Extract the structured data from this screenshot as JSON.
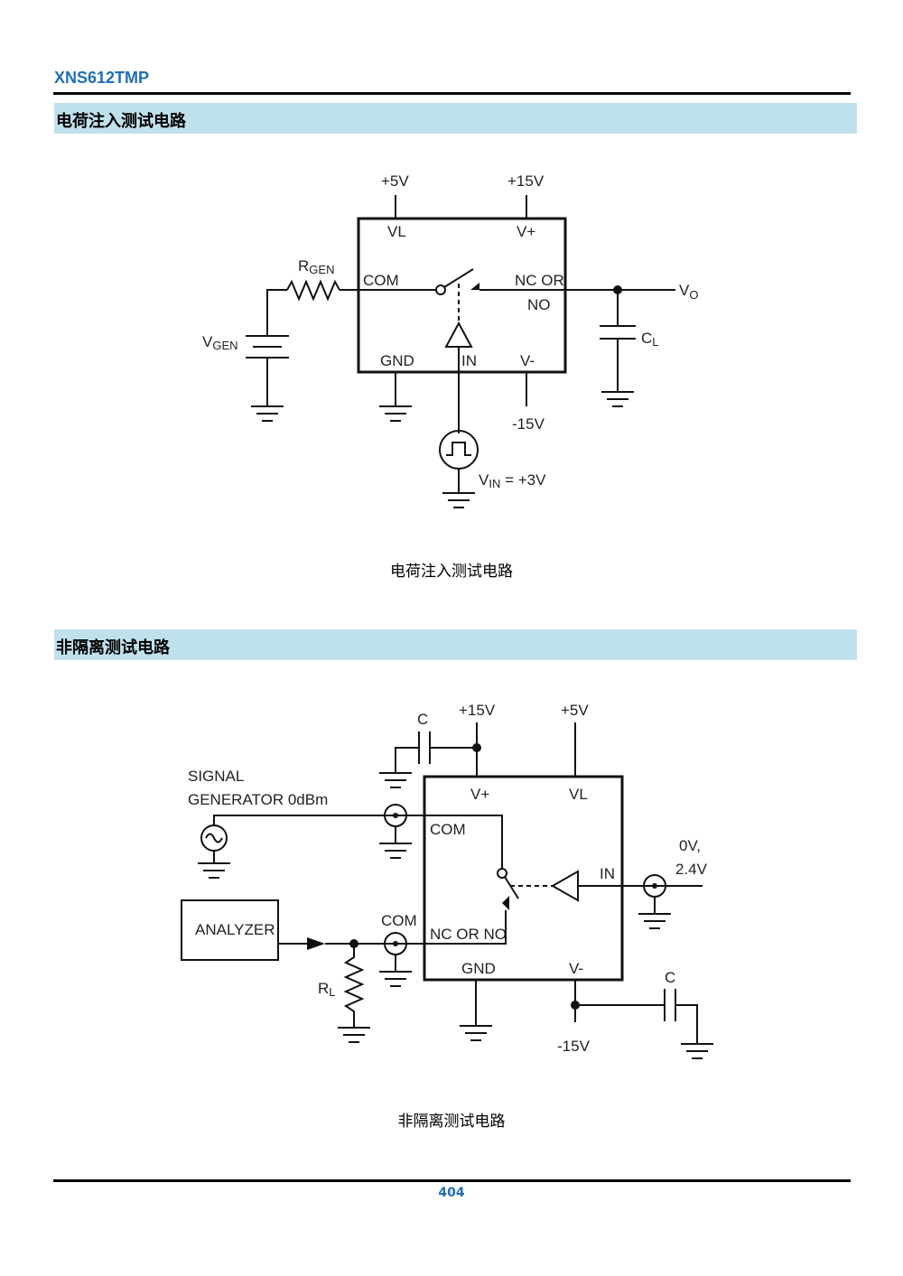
{
  "header": {
    "title": "XNS612TMP"
  },
  "section1": {
    "heading": "电荷注入测试电路",
    "caption": "电荷注入测试电路",
    "labels": {
      "supply_5v": "+5V",
      "supply_15v": "+15V",
      "pin_vl": "VL",
      "pin_vplus": "V+",
      "r_gen_main": "R",
      "r_gen_sub": "GEN",
      "pin_com": "COM",
      "pin_nc_or": "NC OR",
      "pin_no": "NO",
      "vo_main": "V",
      "vo_sub": "O",
      "vgen_main": "V",
      "vgen_sub": "GEN",
      "cl_main": "C",
      "cl_sub": "L",
      "pin_gnd": "GND",
      "pin_in": "IN",
      "pin_vminus": "V-",
      "supply_neg15v": "-15V",
      "vin_main": "V",
      "vin_sub": "IN",
      "vin_value": " = +3V"
    }
  },
  "section2": {
    "heading": "非隔离测试电路",
    "caption": "非隔离测试电路",
    "labels": {
      "cap_top": "C",
      "supply_15v": "+15V",
      "supply_5v": "+5V",
      "signal_gen_line1": "SIGNAL",
      "signal_gen_line2": "GENERATOR 0dBm",
      "pin_vplus": "V+",
      "pin_vl": "VL",
      "pin_com_inner": "COM",
      "ctrl_0v": "0V,",
      "ctrl_24v": "2.4V",
      "pin_in": "IN",
      "analyzer": "ANALYZER",
      "com_outer": "COM",
      "pin_nc_or_no": "NC OR NO",
      "rl_main": "R",
      "rl_sub": "L",
      "pin_gnd": "GND",
      "pin_vminus": "V-",
      "cap_bottom": "C",
      "supply_neg15v": "-15V"
    }
  },
  "footer": {
    "page_number": "404"
  }
}
